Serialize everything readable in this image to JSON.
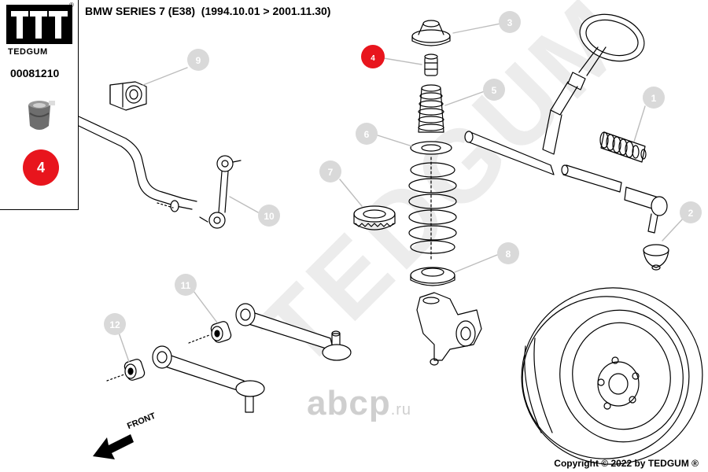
{
  "header": {
    "title": "BMW SERIES 7 (E38)  (1994.10.01 > 2001.11.30)"
  },
  "sidebar": {
    "brand": "TEDGUM",
    "registered_mark": "®",
    "part_number": "00081210",
    "highlight_badge": "4"
  },
  "callouts": [
    {
      "id": "1",
      "text": "1",
      "highlighted": false
    },
    {
      "id": "2",
      "text": "2",
      "highlighted": false
    },
    {
      "id": "3",
      "text": "3",
      "highlighted": false
    },
    {
      "id": "4",
      "text": "4",
      "highlighted": true
    },
    {
      "id": "5",
      "text": "5",
      "highlighted": false
    },
    {
      "id": "6",
      "text": "6",
      "highlighted": false
    },
    {
      "id": "7",
      "text": "7",
      "highlighted": false
    },
    {
      "id": "8",
      "text": "8",
      "highlighted": false
    },
    {
      "id": "9",
      "text": "9",
      "highlighted": false
    },
    {
      "id": "10",
      "text": "10",
      "highlighted": false
    },
    {
      "id": "11",
      "text": "11",
      "highlighted": false
    },
    {
      "id": "12",
      "text": "12",
      "highlighted": false
    }
  ],
  "labels": {
    "front": "FRONT"
  },
  "watermarks": {
    "brand": "TEDGUM",
    "store": "abcp",
    "store_suffix": ".ru"
  },
  "footer": {
    "copyright": "Copyright © 2022 by TEDGUM ®"
  },
  "colors": {
    "highlight": "#e8151d",
    "callout_fill": "#d9d9d9",
    "callout_text": "#ffffff"
  }
}
